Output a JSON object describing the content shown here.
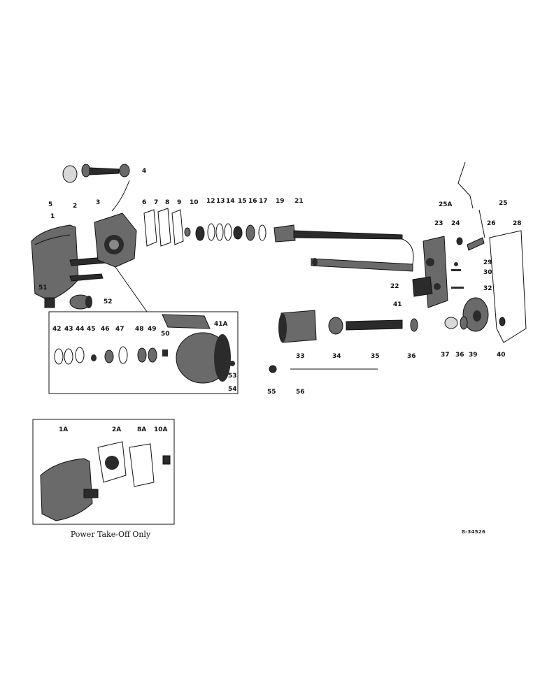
{
  "diagram": {
    "part_labels": [
      "1",
      "1A",
      "2",
      "2A",
      "3",
      "4",
      "5",
      "6",
      "7",
      "8",
      "8A",
      "9",
      "10",
      "10A",
      "12",
      "13",
      "14",
      "15",
      "16",
      "17",
      "19",
      "21",
      "22",
      "23",
      "24",
      "25",
      "25A",
      "26",
      "28",
      "29",
      "30",
      "32",
      "33",
      "34",
      "35",
      "36",
      "36",
      "37",
      "39",
      "40",
      "41",
      "41A",
      "42",
      "43",
      "44",
      "45",
      "46",
      "47",
      "48",
      "49",
      "50",
      "51",
      "52",
      "53",
      "54",
      "55",
      "56"
    ],
    "inset_caption": "Power Take-Off Only",
    "reference_code": "8-34526"
  }
}
